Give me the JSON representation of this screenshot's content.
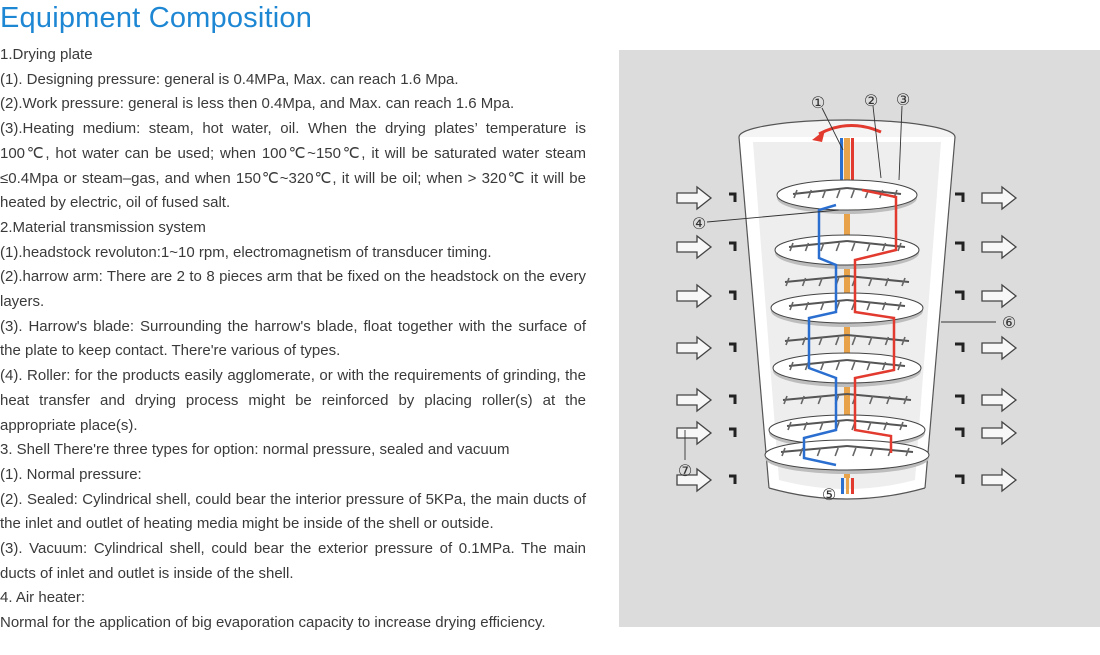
{
  "title": "Equipment Composition",
  "paragraphs": [
    "1.Drying plate",
    "(1). Designing pressure: general is 0.4MPa, Max. can reach 1.6 Mpa.",
    "(2).Work pressure: general is less then 0.4Mpa, and Max. can reach 1.6 Mpa.",
    "(3).Heating medium: steam, hot water, oil. When the drying plates’ temperature is 100℃, hot water can be used; when 100℃~150℃, it will be saturated water steam ≤0.4Mpa or steam–gas, and when 150℃~320℃, it will be oil; when > 320℃ it will be heated by electric, oil of fused salt.",
    "2.Material transmission system",
    "(1).headstock revoluton:1~10 rpm, electromagnetism of transducer timing.",
    "(2).harrow arm: There are 2 to 8 pieces arm that be fixed on the headstock on the every layers.",
    "(3). Harrow's blade: Surrounding the harrow's blade, float together with the surface of the plate to keep contact. There're various of types.",
    "(4). Roller: for the products easily agglomerate, or with the requirements of grinding, the heat transfer and drying process might be reinforced by placing roller(s) at the appropriate place(s).",
    "3. Shell There're three types for option: normal pressure, sealed and vacuum",
    "(1). Normal pressure:",
    "(2). Sealed: Cylindrical shell, could bear the interior pressure of 5KPa, the main ducts of the inlet and outlet of heating media might be inside of the shell or outside.",
    "(3). Vacuum: Cylindrical shell, could bear the exterior pressure of 0.1MPa. The main ducts of inlet and outlet is inside of the shell.",
    "4. Air heater:",
    "Normal for the application of big evaporation capacity to increase drying efficiency."
  ],
  "diagram": {
    "callouts": [
      "①",
      "②",
      "③",
      "④",
      "⑤",
      "⑥",
      "⑦"
    ],
    "colors": {
      "background": "#dcdcdc",
      "hot_pipe": "#e23a2e",
      "cold_pipe": "#2a6fd0",
      "shaft": "#e8a24a",
      "rotation_arrow": "#e23a2e",
      "title": "#1e87d4"
    }
  }
}
